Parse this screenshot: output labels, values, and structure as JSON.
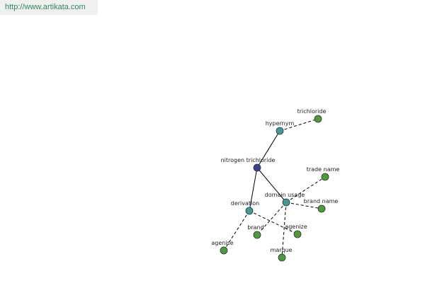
{
  "header": {
    "url": "http://www.artikata.com"
  },
  "colors": {
    "center": "#3b3f8f",
    "relation": "#3f9a9a",
    "leaf": "#4f9a3c",
    "edge": "#000000",
    "url_text": "#2e8b57"
  },
  "graph": {
    "nodes": [
      {
        "id": "nitrogen",
        "label": "nitrogen trichloride",
        "kind": "center"
      },
      {
        "id": "hypernym",
        "label": "hypernym",
        "kind": "relation"
      },
      {
        "id": "trichloride",
        "label": "trichloride",
        "kind": "leaf"
      },
      {
        "id": "derivation",
        "label": "derivation",
        "kind": "relation"
      },
      {
        "id": "domain",
        "label": "domain usage",
        "kind": "relation"
      },
      {
        "id": "tradename",
        "label": "trade name",
        "kind": "leaf"
      },
      {
        "id": "brandname",
        "label": "brand name",
        "kind": "leaf"
      },
      {
        "id": "brand",
        "label": "brand",
        "kind": "leaf"
      },
      {
        "id": "agenize",
        "label": "agenize",
        "kind": "leaf"
      },
      {
        "id": "agenise",
        "label": "agenise",
        "kind": "leaf"
      },
      {
        "id": "marque",
        "label": "marque",
        "kind": "leaf"
      }
    ],
    "edges": [
      {
        "from": "nitrogen",
        "to": "hypernym",
        "style": "solid"
      },
      {
        "from": "nitrogen",
        "to": "derivation",
        "style": "solid"
      },
      {
        "from": "nitrogen",
        "to": "domain",
        "style": "solid"
      },
      {
        "from": "hypernym",
        "to": "trichloride",
        "style": "dashed"
      },
      {
        "from": "domain",
        "to": "tradename",
        "style": "dashed"
      },
      {
        "from": "domain",
        "to": "brandname",
        "style": "dashed"
      },
      {
        "from": "domain",
        "to": "brand",
        "style": "dashed"
      },
      {
        "from": "domain",
        "to": "marque",
        "style": "dashed"
      },
      {
        "from": "derivation",
        "to": "agenize",
        "style": "dashed"
      },
      {
        "from": "derivation",
        "to": "agenise",
        "style": "dashed"
      }
    ]
  }
}
